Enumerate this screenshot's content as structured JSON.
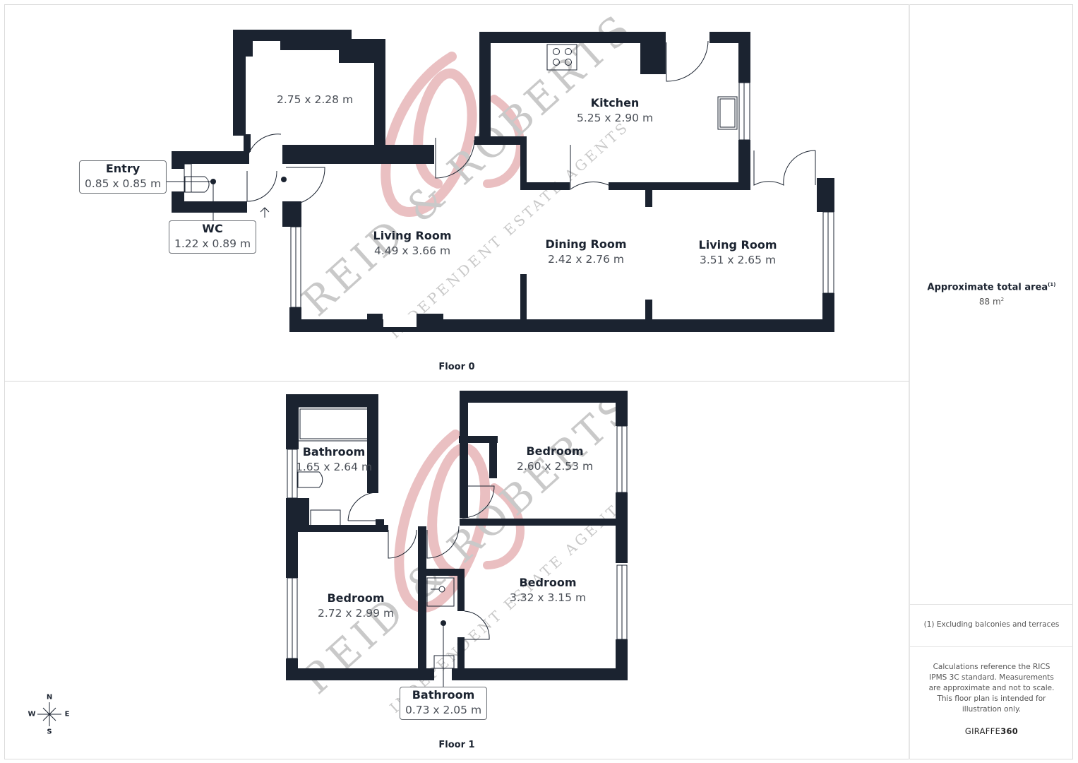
{
  "colors": {
    "wall": "#1b2330",
    "watermark_red": "#d98c8f",
    "watermark_gray": "#c9c9c9",
    "divider": "#e6e6e6"
  },
  "floors": [
    {
      "label": "Floor 0",
      "rooms": [
        {
          "name": "",
          "dims": "2.75 x 2.28 m"
        },
        {
          "name": "Kitchen",
          "dims": "5.25 x 2.90 m"
        },
        {
          "name": "Entry",
          "dims": "0.85 x 0.85 m",
          "boxed": true
        },
        {
          "name": "WC",
          "dims": "1.22 x 0.89 m",
          "boxed": true
        },
        {
          "name": "Living Room",
          "dims": "4.49 x 3.66 m"
        },
        {
          "name": "Dining Room",
          "dims": "2.42 x 2.76 m"
        },
        {
          "name": "Living Room",
          "dims": "3.51 x 2.65 m"
        }
      ]
    },
    {
      "label": "Floor 1",
      "rooms": [
        {
          "name": "Bathroom",
          "dims": "1.65 x 2.64 m"
        },
        {
          "name": "Bedroom",
          "dims": "2.60 x 2.53 m"
        },
        {
          "name": "Bedroom",
          "dims": "3.32 x 3.15 m"
        },
        {
          "name": "Bedroom",
          "dims": "2.72 x 2.99 m"
        },
        {
          "name": "Bathroom",
          "dims": "0.73 x 2.05 m",
          "boxed": true
        }
      ]
    }
  ],
  "compass": {
    "n": "N",
    "s": "S",
    "e": "E",
    "w": "W"
  },
  "sidebar": {
    "area_title": "Approximate total area",
    "area_footnote_mark": "(1)",
    "area_value": "88 m",
    "area_unit_sup": "2",
    "footnote": "(1) Excluding balconies and terraces",
    "disclaimer": "Calculations reference the RICS IPMS 3C standard. Measurements are approximate and not to scale. This floor plan is intended for illustration only.",
    "brand_light": "GIRAFFE",
    "brand_bold": "360"
  },
  "watermark": {
    "brand": "REID & ROBERTS",
    "tagline": "INDEPENDENT ESTATE AGENTS"
  }
}
